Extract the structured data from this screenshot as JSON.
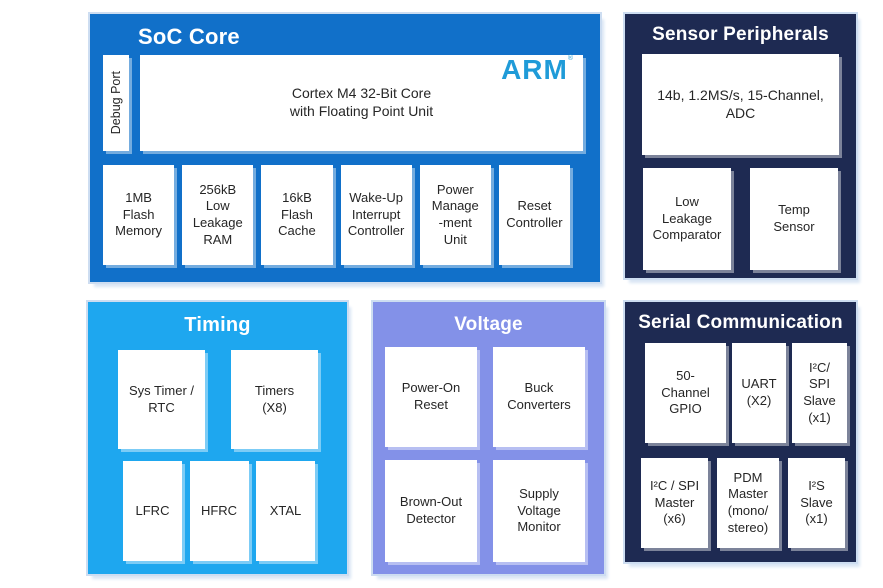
{
  "soc_core": {
    "title": "SoC Core",
    "debug_port": "Debug Port",
    "cpu_label": "Cortex M4 32-Bit Core\nwith Floating Point Unit",
    "arm_logo": "ARM",
    "arm_mark": "®",
    "boxes": [
      "1MB\nFlash\nMemory",
      "256kB\nLow\nLeakage\nRAM",
      "16kB\nFlash\nCache",
      "Wake-Up\nInterrupt\nController",
      "Power\nManage\n-ment\nUnit",
      "Reset\nController"
    ]
  },
  "sensor_peripherals": {
    "title": "Sensor Peripherals",
    "adc_label": "14b, 1.2MS/s, 15-Channel,\nADC",
    "boxes": [
      "Low\nLeakage\nComparator",
      "Temp\nSensor"
    ]
  },
  "timing": {
    "title": "Timing",
    "row1": [
      "Sys Timer /\nRTC",
      "Timers\n(X8)"
    ],
    "row2": [
      "LFRC",
      "HFRC",
      "XTAL"
    ]
  },
  "voltage": {
    "title": "Voltage",
    "row1": [
      "Power-On\nReset",
      "Buck\nConverters"
    ],
    "row2": [
      "Brown-Out\nDetector",
      "Supply\nVoltage\nMonitor"
    ]
  },
  "serial_communication": {
    "title": "Serial Communication",
    "row1": [
      "50-\nChannel\nGPIO",
      "UART\n(X2)",
      "I²C/\nSPI\nSlave\n(x1)"
    ],
    "row2": [
      "I²C / SPI\nMaster\n(x6)",
      "PDM\nMaster\n(mono/\nstereo)",
      "I²S\nSlave\n(x1)"
    ]
  },
  "colors": {
    "soc_core_bg": "#1170c9",
    "sensor_serial_bg": "#1e2a52",
    "timing_bg": "#1ea7ef",
    "voltage_bg": "#8391e8",
    "arm_logo_blue": "#1f9bd8",
    "header_text": "#ffffff",
    "box_text": "#262626"
  }
}
